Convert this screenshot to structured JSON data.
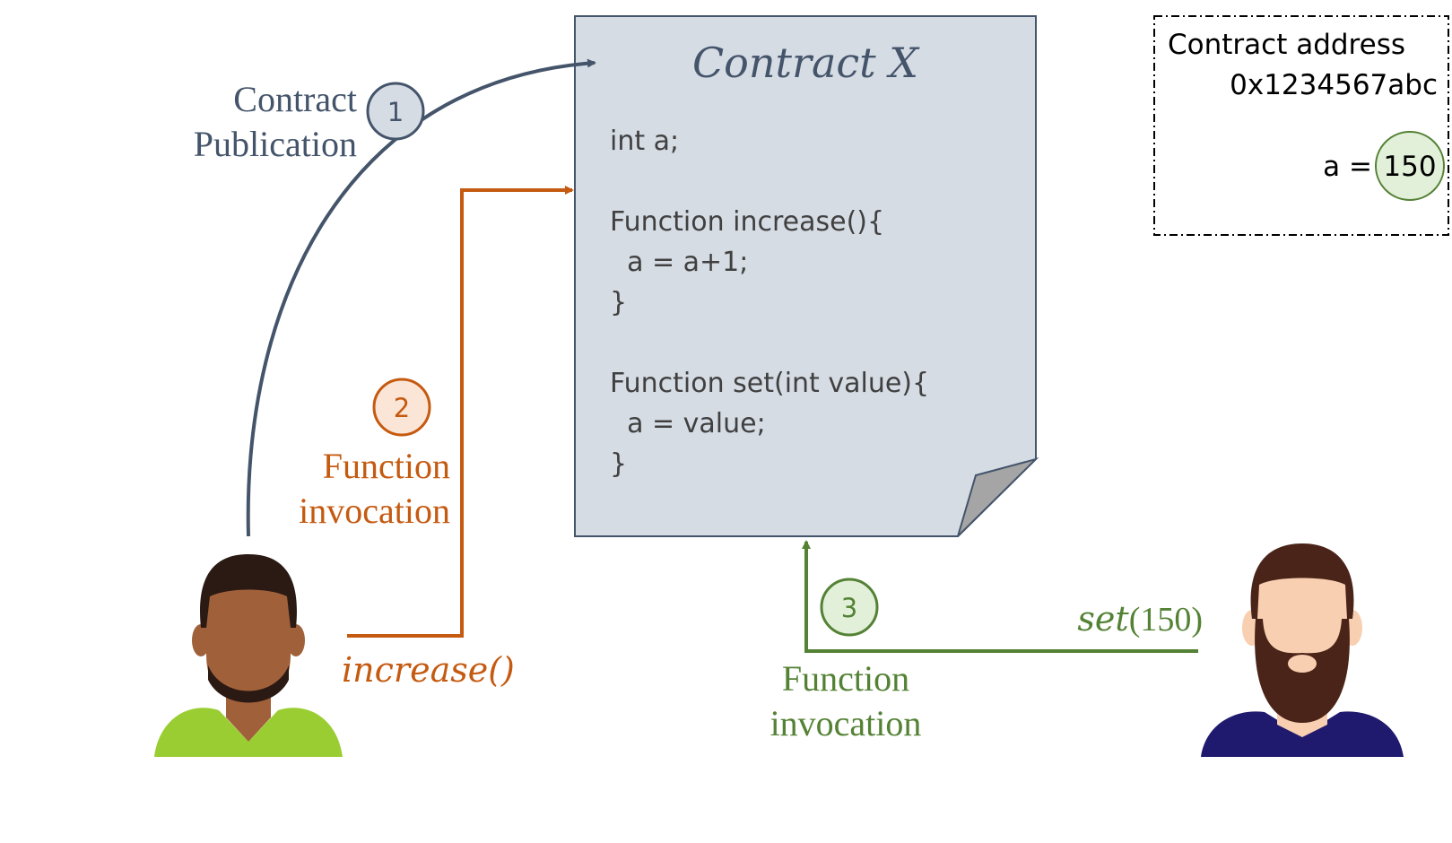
{
  "contract": {
    "title": "Contract X",
    "code_lines": [
      "int a;",
      "",
      "Function increase(){",
      "  a = a+1;",
      "}",
      "",
      "Function set(int value){",
      "  a = value;",
      "}"
    ]
  },
  "state_box": {
    "label": "Contract address",
    "address": "0x1234567abc",
    "var_label": "a =",
    "var_value": "150"
  },
  "steps": [
    {
      "number": "1",
      "label_line1": "Contract",
      "label_line2": "Publication",
      "color": "#44546a",
      "fill": "#d6dce4"
    },
    {
      "number": "2",
      "label_line1": "Function",
      "label_line2": "invocation",
      "call": "increase()",
      "color": "#c55a11",
      "fill": "#fbe5d6"
    },
    {
      "number": "3",
      "label_line1": "Function",
      "label_line2": "invocation",
      "call_name": "set",
      "call_args": "(150)",
      "color": "#548235",
      "fill": "#e2f0d9"
    }
  ],
  "colors": {
    "document_fill": "#d6dce4",
    "document_stroke": "#44546a",
    "dogear_fill": "#a5a5a5",
    "state_circle_fill": "#e2f0d9",
    "state_circle_stroke": "#548235",
    "user_left_shirt": "#9acd32",
    "user_left_skin": "#a0603a",
    "user_left_hair": "#2b1a14",
    "user_right_shirt": "#1f1a6e",
    "user_right_skin": "#f8cfb0",
    "user_right_hair": "#4a2418"
  }
}
